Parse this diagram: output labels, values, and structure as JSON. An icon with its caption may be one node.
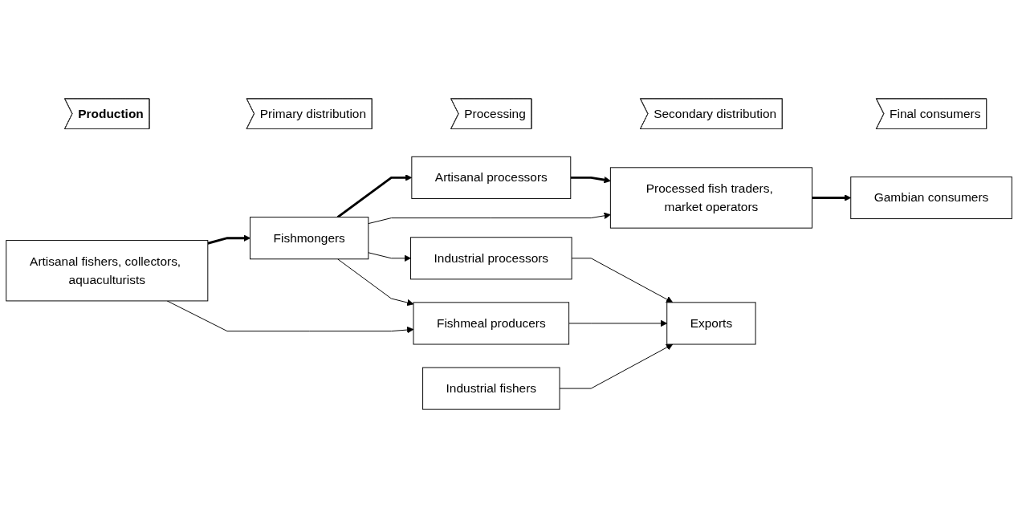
{
  "diagram": {
    "nodes": [
      {
        "text": [
          "Production"
        ]
      },
      {
        "text": [
          "Primary distribution"
        ]
      },
      {
        "text": [
          "Processing"
        ]
      },
      {
        "text": [
          "Secondary distribution"
        ]
      },
      {
        "text": [
          "Final consumers"
        ]
      },
      {
        "text": [
          "Artisanal fishers, collectors, aquaculturists"
        ]
      },
      {
        "text": [
          "Fishmongers"
        ]
      },
      {
        "text": [
          "Artisanal processors"
        ]
      },
      {
        "text": [
          "Processed fish traders, market operators"
        ]
      },
      {
        "text": [
          "Gambian consumers"
        ]
      },
      {
        "text": [
          "Industrial processors"
        ]
      },
      {
        "text": [
          "Fishmeal producers"
        ]
      },
      {
        "text": [
          "Exports"
        ]
      },
      {
        "text": [
          "Industrial fishers"
        ]
      }
    ],
    "edges": [
      {
        "from": 5,
        "to": 6,
        "arrow": "to",
        "style": "thick"
      },
      {
        "from": 6,
        "to": 7,
        "arrow": "to",
        "style": "thick"
      },
      {
        "from": 7,
        "to": 8,
        "arrow": "to",
        "style": "thick"
      },
      {
        "from": 8,
        "to": 9,
        "arrow": "to",
        "style": "thick"
      },
      {
        "from": 6,
        "to": 8,
        "arrow": "to"
      },
      {
        "from": 6,
        "to": 10,
        "arrow": "to"
      },
      {
        "from": 6,
        "to": 11,
        "arrow": "to"
      },
      {
        "from": 5,
        "to": 11,
        "arrow": "to"
      },
      {
        "from": 10,
        "to": 12,
        "arrow": "to"
      },
      {
        "from": 11,
        "to": 12,
        "arrow": "to"
      },
      {
        "from": 13,
        "to": 12,
        "arrow": "to"
      }
    ]
  }
}
